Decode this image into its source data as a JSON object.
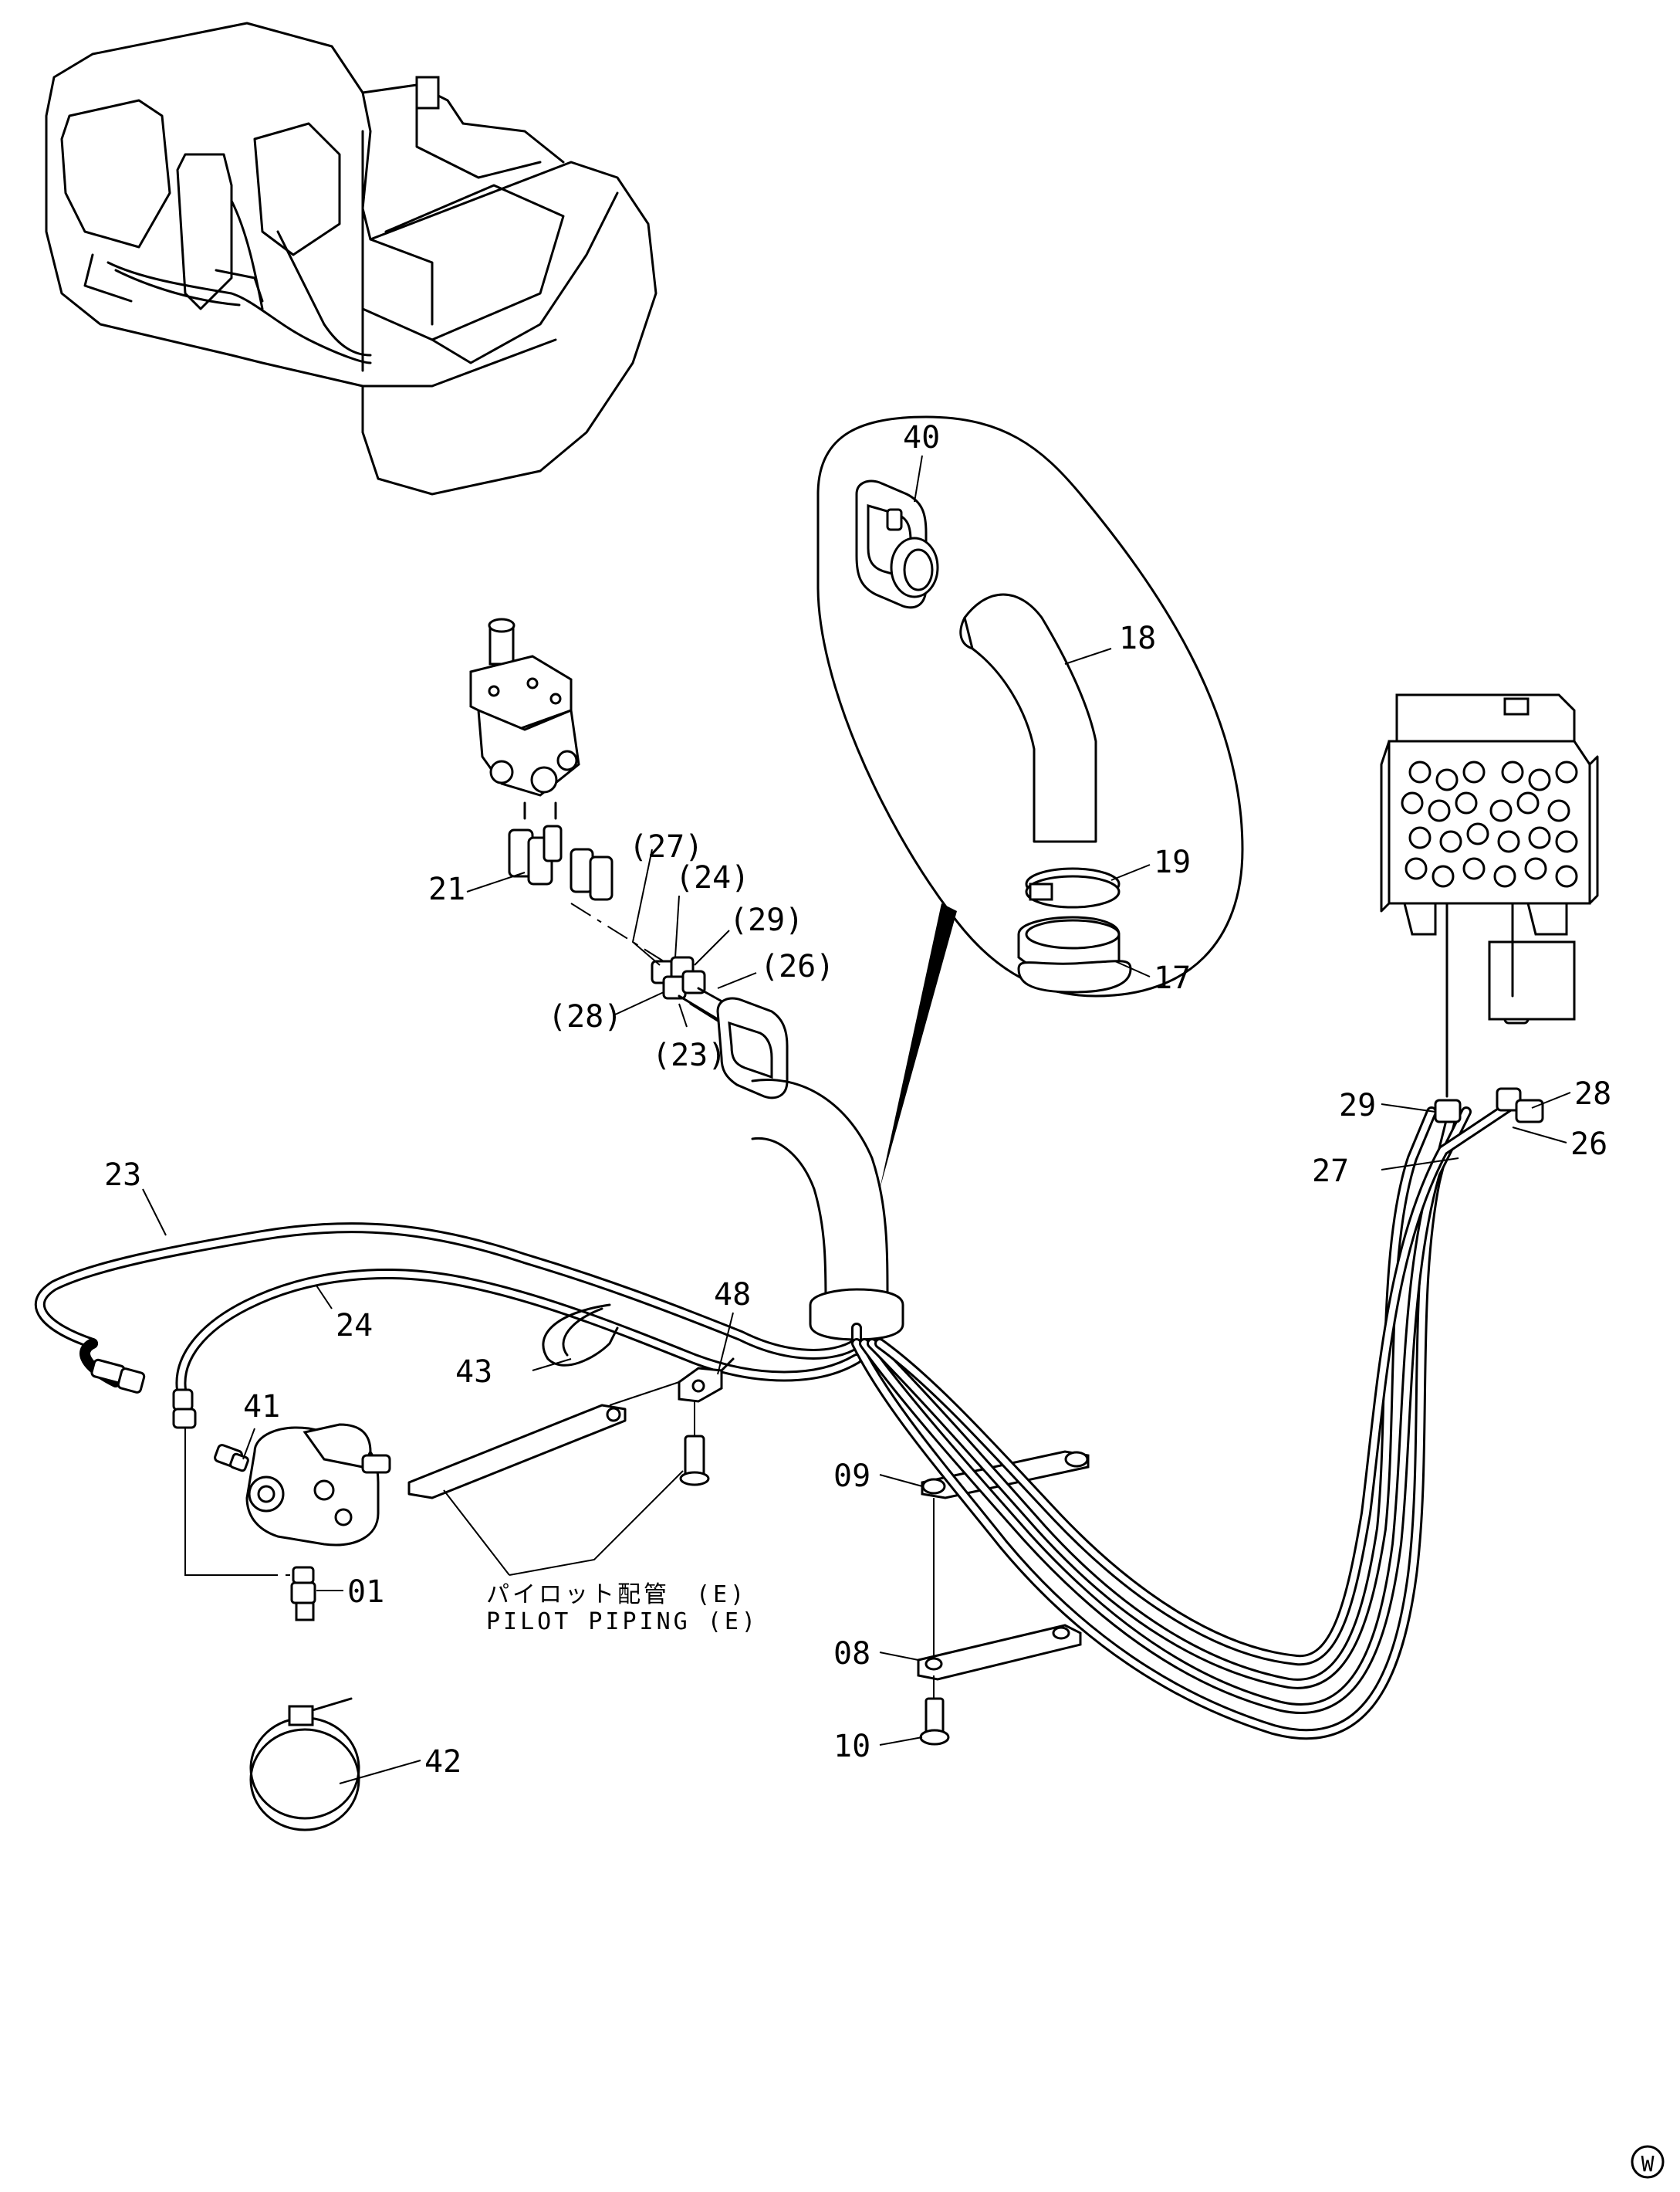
{
  "diagram": {
    "caption_jp": "パイロット配管　(E)",
    "caption_en": "PILOT  PIPING  (E)",
    "corner_mark": "W",
    "callouts": {
      "p01": "01",
      "p08": "08",
      "p09": "09",
      "p10": "10",
      "p17": "17",
      "p18": "18",
      "p19": "19",
      "p21": "21",
      "p23": "23",
      "p24": "24",
      "p26": "26",
      "p27": "27",
      "p28": "28",
      "p29": "29",
      "p40": "40",
      "p41": "41",
      "p42": "42",
      "p43": "43",
      "p48": "48",
      "p23_ref": "(23)",
      "p24_ref": "(24)",
      "p26_ref": "(26)",
      "p27_ref": "(27)",
      "p28_ref": "(28)",
      "p29_ref": "(29)"
    }
  }
}
